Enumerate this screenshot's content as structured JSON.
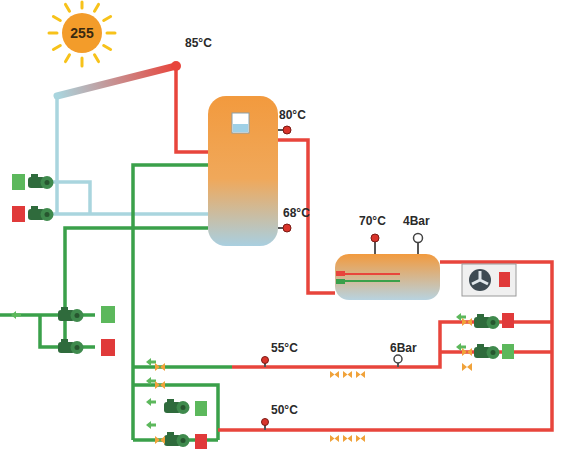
{
  "diagram": {
    "nodes": [
      {
        "text": [
          "255"
        ]
      }
    ],
    "labels": [
      "85°C",
      "80°C",
      "68°C",
      "70°C",
      "4Bar",
      "55°C",
      "6Bar",
      "50°C"
    ]
  }
}
